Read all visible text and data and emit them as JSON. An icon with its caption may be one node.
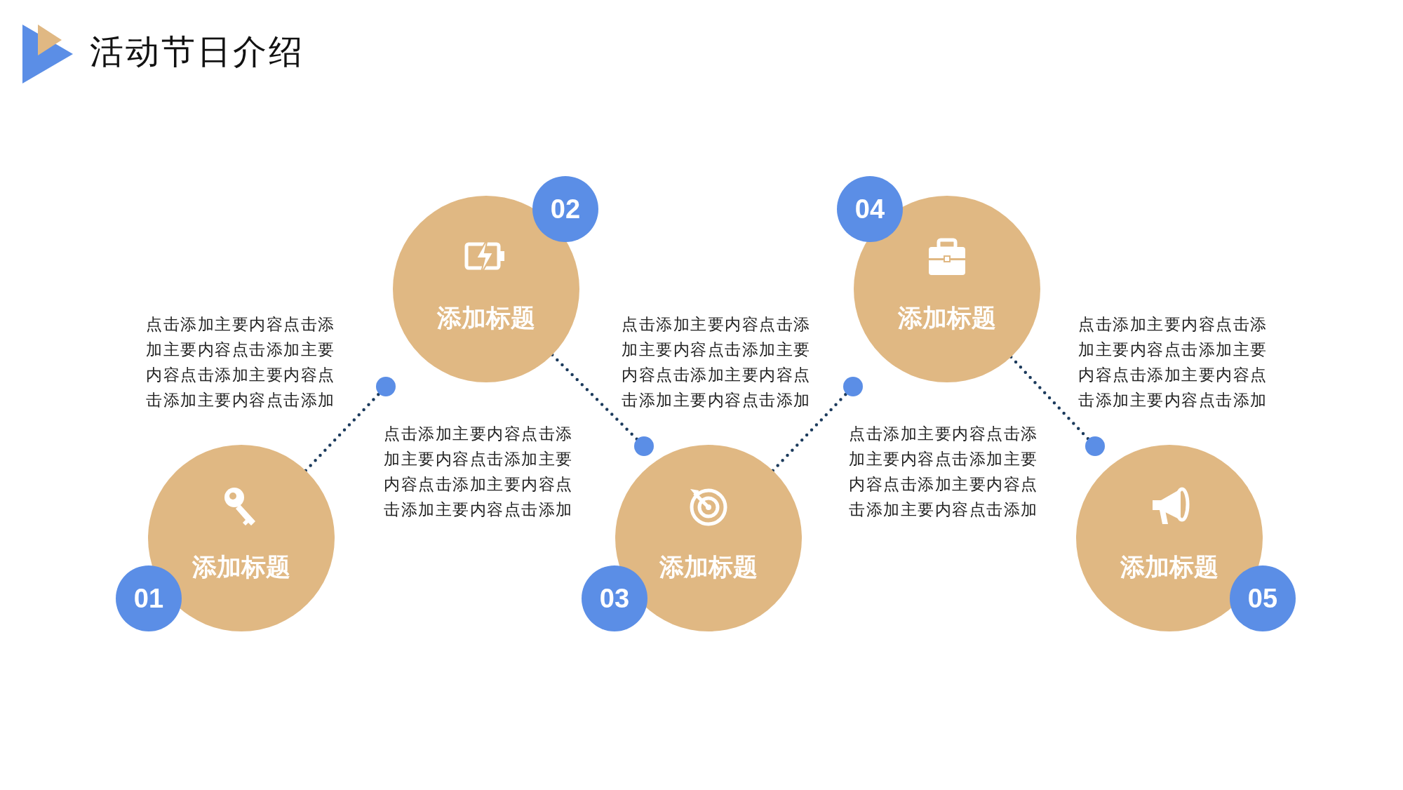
{
  "diagram": {
    "title": "活动节日介绍",
    "nodes": [
      {
        "text": [
          "添加标题"
        ]
      },
      {
        "text": [
          "01"
        ]
      },
      {
        "text": [
          "添加标题"
        ]
      },
      {
        "text": [
          "02"
        ]
      },
      {
        "text": [
          "添加标题"
        ]
      },
      {
        "text": [
          "03"
        ]
      },
      {
        "text": [
          "添加标题"
        ]
      },
      {
        "text": [
          "04"
        ]
      },
      {
        "text": [
          "添加标题"
        ]
      },
      {
        "text": [
          "05"
        ]
      },
      {
        "text": [],
        "shape": "circle"
      },
      {
        "text": [],
        "shape": "circle"
      },
      {
        "text": [],
        "shape": "circle"
      },
      {
        "text": [],
        "shape": "circle"
      }
    ],
    "edges": [
      {
        "from": 0,
        "to": 10,
        "arrow": "none",
        "style": "dashed"
      },
      {
        "from": 2,
        "to": 11,
        "arrow": "none",
        "style": "dashed"
      },
      {
        "from": 4,
        "to": 12,
        "arrow": "none",
        "style": "dashed"
      },
      {
        "from": 6,
        "to": 13,
        "arrow": "none",
        "style": "dashed"
      }
    ],
    "labels": [
      "点击添加主要内容点击添加主要内容点击添加主要内容点击添加主要内容点击添加主要内容点击添加",
      "点击添加主要内容点击添加主要内容点击添加主要内容点击添加主要内容点击添加主要内容点击添加",
      "点击添加主要内容点击添加主要内容点击添加主要内容点击添加主要内容点击添加主要内容点击添加",
      "点击添加主要内容点击添加主要内容点击添加主要内容点击添加主要内容点击添加主要内容点击添加",
      "点击添加主要内容点击添加主要内容点击添加主要内容点击添加主要内容点击添加主要内容点击添加"
    ]
  }
}
